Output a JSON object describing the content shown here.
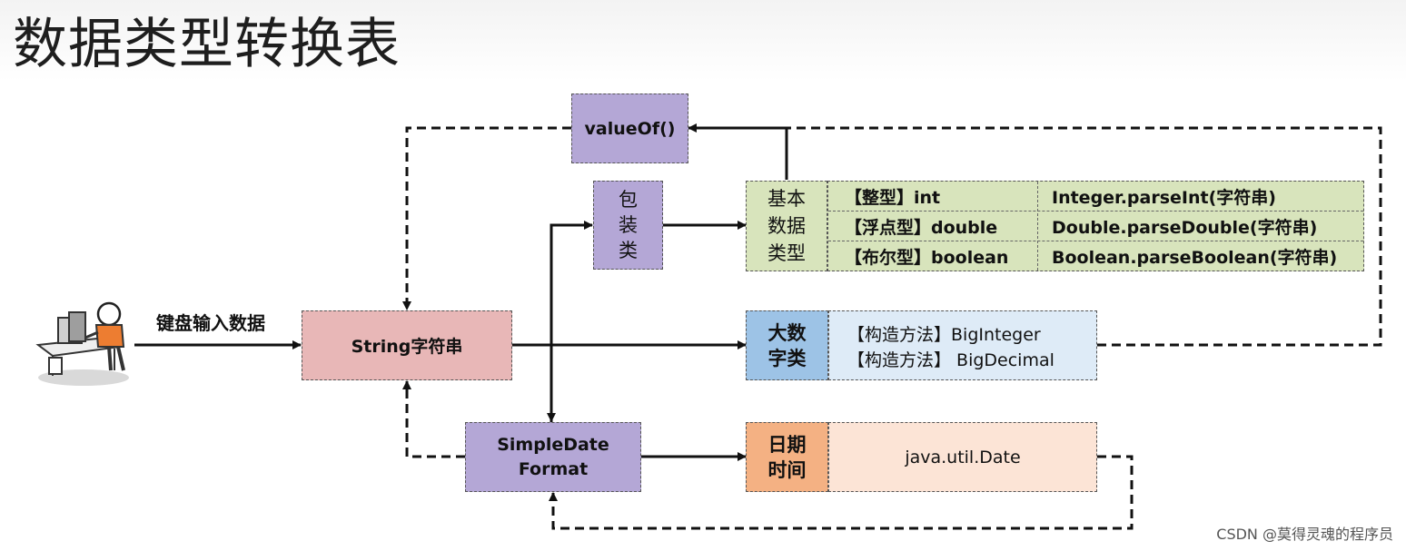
{
  "title": "数据类型转换表",
  "keyboard_label": "键盘输入数据",
  "boxes": {
    "value_of": "valueOf()",
    "wrapper_lines": [
      "包",
      "装",
      "类"
    ],
    "string": "String字符串",
    "simple_date_lines": [
      "SimpleDate",
      "Format"
    ]
  },
  "basic_types": {
    "header_lines": [
      "基本",
      "数据",
      "类型"
    ],
    "rows": [
      {
        "type": "【整型】int",
        "method": "Integer.parseInt(字符串)"
      },
      {
        "type": "【浮点型】double",
        "method": "Double.parseDouble(字符串)"
      },
      {
        "type": "【布尔型】boolean",
        "method": "Boolean.parseBoolean(字符串)"
      }
    ]
  },
  "big_numbers": {
    "header_lines": [
      "大数",
      "字类"
    ],
    "rows": [
      "【构造方法】BigInteger",
      "【构造方法】 BigDecimal"
    ]
  },
  "datetime": {
    "header_lines": [
      "日期",
      "时间"
    ],
    "content": "java.util.Date"
  },
  "watermark": "CSDN @莫得灵魂的程序员",
  "colors": {
    "purple": "#b4a7d6",
    "pink": "#e8b7b7",
    "green": "#d8e4bc",
    "blue_header": "#9dc3e6",
    "blue_content": "#deebf7",
    "orange_header": "#f4b183",
    "orange_content": "#fce4d6"
  },
  "icons": [
    "person-at-computer-icon"
  ]
}
